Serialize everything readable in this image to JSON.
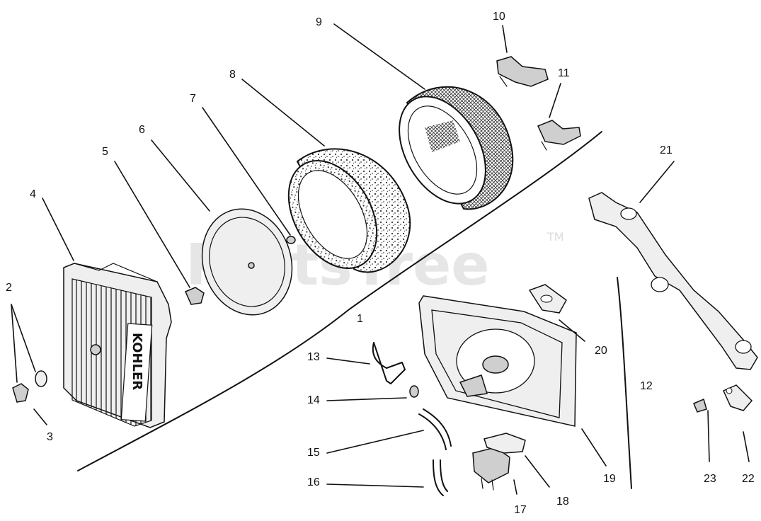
{
  "watermark": {
    "text": "PartsTree",
    "trademark": "TM"
  },
  "cover_brand": "KOHLER",
  "callouts": [
    "1",
    "2",
    "3",
    "4",
    "5",
    "6",
    "7",
    "8",
    "9",
    "10",
    "11",
    "12",
    "13",
    "14",
    "15",
    "16",
    "17",
    "18",
    "19",
    "20",
    "21",
    "22",
    "23"
  ],
  "colors": {
    "ink": "#111111",
    "watermark": "#e6e6e6",
    "background": "#ffffff"
  }
}
